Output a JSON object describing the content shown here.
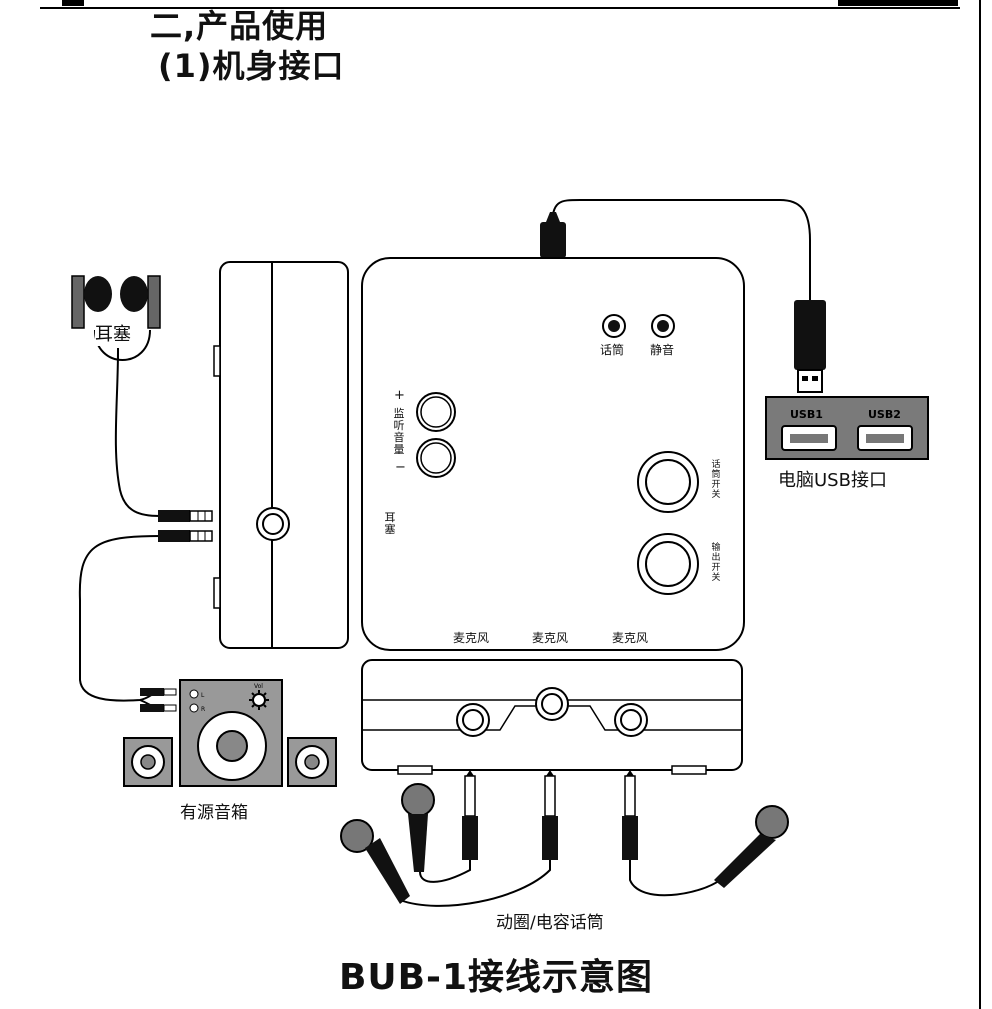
{
  "heading": {
    "section": "二,产品使用",
    "subsection": "(1)机身接口"
  },
  "labels": {
    "earphone": "耳塞",
    "mic_button": "话筒",
    "mute_button": "静音",
    "monitor_volume": "监听音量",
    "plus": "+",
    "minus": "−",
    "earphone_port": "耳塞",
    "mic_switch": "话筒开关",
    "output_switch": "输出开关",
    "mic1": "麦克风",
    "mic2": "麦克风",
    "mic3": "麦克风",
    "usb1": "USB1",
    "usb2": "USB2",
    "pc_usb": "电脑USB接口",
    "speaker": "有源音箱",
    "speaker_vol": "Vol",
    "speaker_l": "L",
    "speaker_r": "R",
    "microphones": "动圈/电容话筒"
  },
  "caption": "BUB-1接线示意图"
}
